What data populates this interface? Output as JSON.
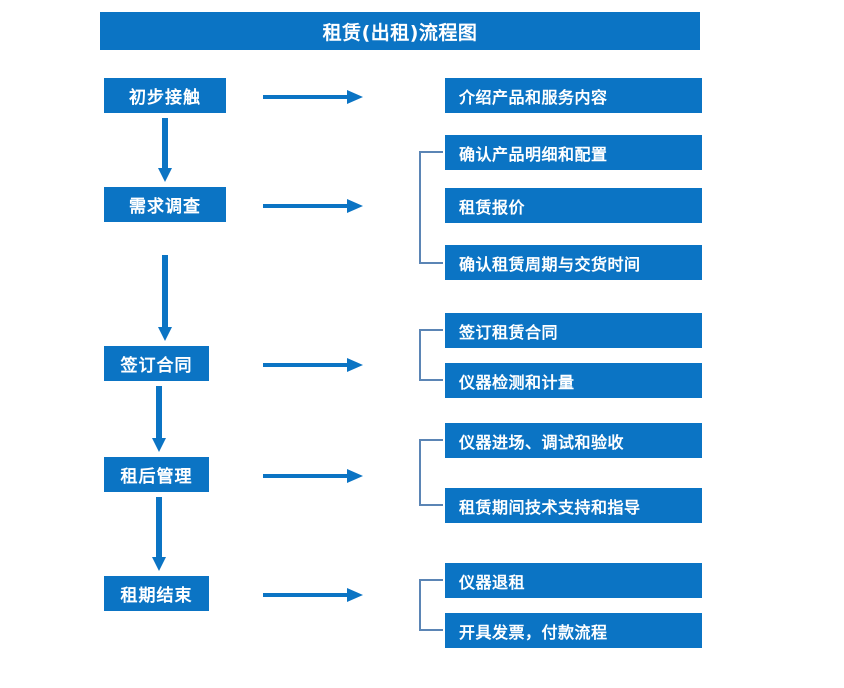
{
  "title": "租赁(出租)流程图",
  "colors": {
    "box_blue": "#0B74C4",
    "arrow_blue": "#0B74C4",
    "bracket_blue": "#5B85B5",
    "text_white": "#FFFFFF",
    "background": "#FFFFFF"
  },
  "stages": [
    {
      "label": "初步接触"
    },
    {
      "label": "需求调查"
    },
    {
      "label": "签订合同"
    },
    {
      "label": "租后管理"
    },
    {
      "label": "租期结束"
    }
  ],
  "details": [
    {
      "label": "介绍产品和服务内容"
    },
    {
      "label": "确认产品明细和配置"
    },
    {
      "label": "租赁报价"
    },
    {
      "label": "确认租赁周期与交货时间"
    },
    {
      "label": "签订租赁合同"
    },
    {
      "label": "仪器检测和计量"
    },
    {
      "label": "仪器进场、调试和验收"
    },
    {
      "label": "租赁期间技术支持和指导"
    },
    {
      "label": "仪器退租"
    },
    {
      "label": "开具发票，付款流程"
    }
  ],
  "icons": {
    "right_arrow": "right-arrow-icon",
    "down_arrow": "down-arrow-icon",
    "bracket": "group-bracket-icon"
  }
}
